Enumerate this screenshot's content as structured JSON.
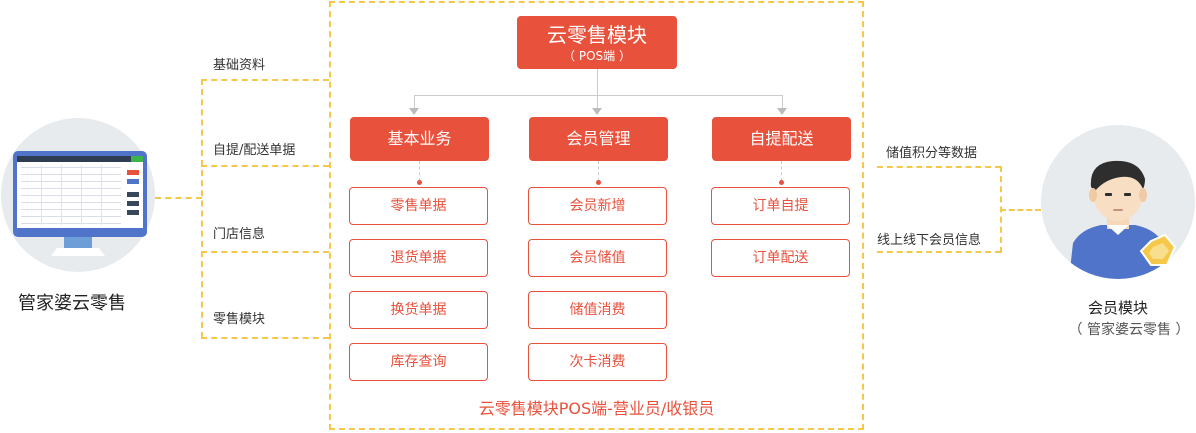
{
  "header": {
    "title": "云零售模块",
    "subtitle": "（ POS端 ）"
  },
  "columns": [
    {
      "label": "基本业务",
      "items": [
        "零售单据",
        "退货单据",
        "换货单据",
        "库存查询"
      ]
    },
    {
      "label": "会员管理",
      "items": [
        "会员新增",
        "会员储值",
        "储值消费",
        "次卡消费"
      ]
    },
    {
      "label": "自提配送",
      "items": [
        "订单自提",
        "订单配送"
      ]
    }
  ],
  "footer": "云零售模块POS端-营业员/收银员",
  "left_entity": {
    "name": "管家婆云零售"
  },
  "left_links": [
    "基础资料",
    "自提/配送单据",
    "门店信息",
    "零售模块"
  ],
  "right_entity": {
    "name": "会员模块",
    "sub": "（ 管家婆云零售 ）"
  },
  "right_links": [
    "储值积分等数据",
    "线上线下会员信息"
  ],
  "colors": {
    "accent": "#e8513c",
    "dashed": "#f5c84a"
  }
}
